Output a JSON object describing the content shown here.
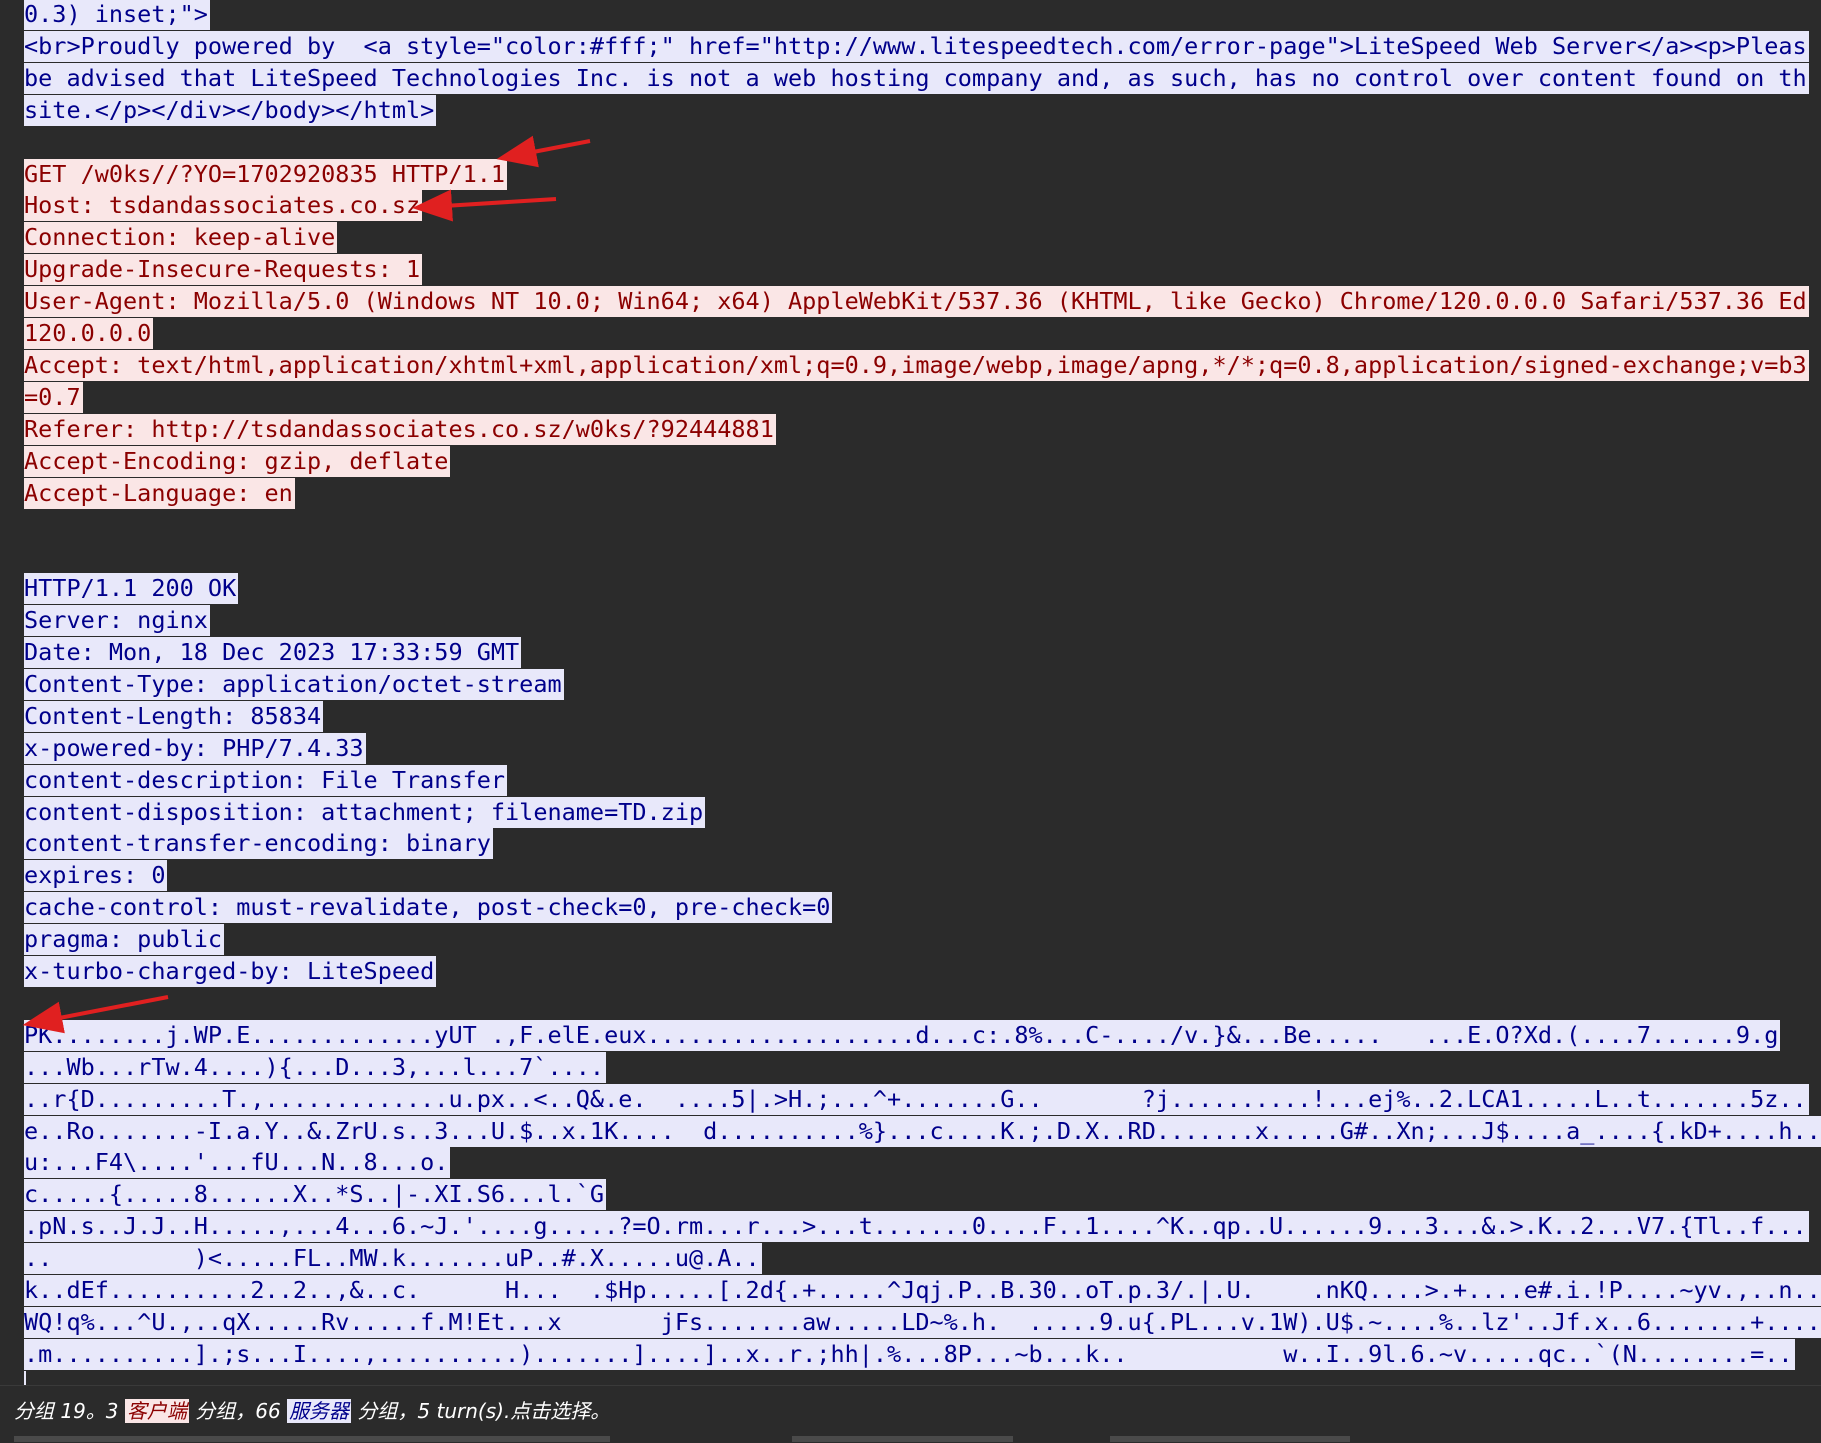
{
  "stream": {
    "lines": [
      {
        "text": "0.3) inset;\">",
        "dir": "server"
      },
      {
        "text": "<br>Proudly powered by  <a style=\"color:#fff;\" href=\"http://www.litespeedtech.com/error-page\">LiteSpeed Web Server</a><p>Pleas",
        "dir": "server"
      },
      {
        "text": "be advised that LiteSpeed Technologies Inc. is not a web hosting company and, as such, has no control over content found on th",
        "dir": "server"
      },
      {
        "text": "site.</p></div></body></html>",
        "dir": "server"
      },
      {
        "text": "",
        "dir": "gap"
      },
      {
        "text": "GET /w0ks//?YO=1702920835 HTTP/1.1",
        "dir": "client"
      },
      {
        "text": "Host: tsdandassociates.co.sz",
        "dir": "client"
      },
      {
        "text": "Connection: keep-alive",
        "dir": "client"
      },
      {
        "text": "Upgrade-Insecure-Requests: 1",
        "dir": "client"
      },
      {
        "text": "User-Agent: Mozilla/5.0 (Windows NT 10.0; Win64; x64) AppleWebKit/537.36 (KHTML, like Gecko) Chrome/120.0.0.0 Safari/537.36 Ed",
        "dir": "client"
      },
      {
        "text": "120.0.0.0",
        "dir": "client"
      },
      {
        "text": "Accept: text/html,application/xhtml+xml,application/xml;q=0.9,image/webp,image/apng,*/*;q=0.8,application/signed-exchange;v=b3",
        "dir": "client"
      },
      {
        "text": "=0.7",
        "dir": "client"
      },
      {
        "text": "Referer: http://tsdandassociates.co.sz/w0ks/?92444881",
        "dir": "client"
      },
      {
        "text": "Accept-Encoding: gzip, deflate",
        "dir": "client"
      },
      {
        "text": "Accept-Language: en",
        "dir": "client"
      },
      {
        "text": "",
        "dir": "gap"
      },
      {
        "text": "",
        "dir": "gap"
      },
      {
        "text": "HTTP/1.1 200 OK",
        "dir": "server"
      },
      {
        "text": "Server: nginx",
        "dir": "server"
      },
      {
        "text": "Date: Mon, 18 Dec 2023 17:33:59 GMT",
        "dir": "server"
      },
      {
        "text": "Content-Type: application/octet-stream",
        "dir": "server"
      },
      {
        "text": "Content-Length: 85834",
        "dir": "server"
      },
      {
        "text": "x-powered-by: PHP/7.4.33",
        "dir": "server"
      },
      {
        "text": "content-description: File Transfer",
        "dir": "server"
      },
      {
        "text": "content-disposition: attachment; filename=TD.zip",
        "dir": "server"
      },
      {
        "text": "content-transfer-encoding: binary",
        "dir": "server"
      },
      {
        "text": "expires: 0",
        "dir": "server"
      },
      {
        "text": "cache-control: must-revalidate, post-check=0, pre-check=0",
        "dir": "server"
      },
      {
        "text": "pragma: public",
        "dir": "server"
      },
      {
        "text": "x-turbo-charged-by: LiteSpeed",
        "dir": "server"
      },
      {
        "text": "",
        "dir": "gap"
      },
      {
        "text": "PK........j.WP.E.............yUT .,F.elE.eux...................d...c:.8%...C-..../v.}&...Be.....   ...E.O?Xd.(....7......9.g",
        "dir": "server"
      },
      {
        "text": "...Wb...rTw.4....){...D...3,...l...7`....",
        "dir": "server"
      },
      {
        "text": "..r{D.........T.,.............u.px..<..Q&.e.  ....5|.>H.;...^+.......G..       ?j..........!...ej%..2.LCA1.....L..t.......5z..",
        "dir": "server"
      },
      {
        "text": "e..Ro.......-I.a.Y..&.ZrU.s..3...U.$..x.1K....  d..........%}...c....K.;.D.X..RD.......x.....G#..Xn;...J$....a_....{.kD+....h..",
        "dir": "server"
      },
      {
        "text": "u:...F4\\....'...fU...N..8...o.",
        "dir": "server"
      },
      {
        "text": "c.....{.....8......X..*S..|-.XI.S6...l.`G",
        "dir": "server"
      },
      {
        "text": ".pN.s..J.J..H.....,...4...6.~J.'....g.....?=O.rm...r...>...t.......0....F..1....^K..qp..U......9...3...&.>.K..2...V7.{Tl..f...",
        "dir": "server"
      },
      {
        "text": "..          )<.....FL..MW.k.......uP..#.X.....u@.A..",
        "dir": "server"
      },
      {
        "text": "k..dEf..........2..2..,&..c.      H...  .$Hp.....[.2d{.+.....^Jqj.P..B.30..oT.p.3/.|.U.    .nKQ....>.+....e#.i.!P....~yv.,..n..",
        "dir": "server"
      },
      {
        "text": "WQ!q%...^U.,..qX.....Rv.....f.M!Et...x       jFs.......aw.....LD~%.h.  .....9.u{.PL...v.1W).U$.~....%..lz'..Jf.x..6.......+....",
        "dir": "server"
      },
      {
        "text": ".m..........].;s...I....,..........).......]....]..x..r.;hh|.%...8P...~b...k..           w..I..9l.6.~v.....qc..`(N........=..",
        "dir": "server"
      },
      {
        "text": "",
        "dir": "server"
      }
    ]
  },
  "status": {
    "prefix": "分组 19。3 ",
    "client_label": "客户端",
    "middle": " 分组，66 ",
    "server_label": "服务器",
    "suffix": " 分组，5 turn(s).点击选择。"
  },
  "colors": {
    "background": "#2b2b2b",
    "client_bg": "#fae6e6",
    "client_text": "#8b0000",
    "server_bg": "#e8e8fa",
    "server_text": "#00008b",
    "arrow": "#e02020"
  }
}
